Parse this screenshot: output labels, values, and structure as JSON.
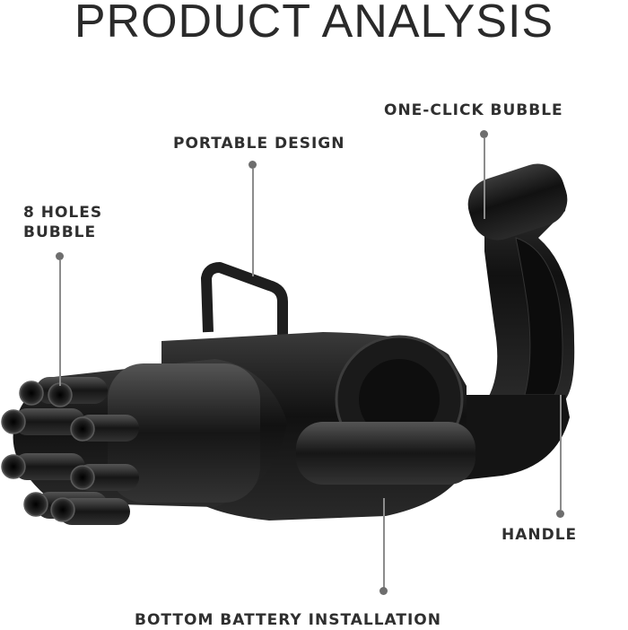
{
  "title": "PRODUCT ANALYSIS",
  "features": {
    "one_click": "ONE-CLICK BUBBLE",
    "portable": "PORTABLE DESIGN",
    "holes_line1": "8 HOLES",
    "holes_line2": "BUBBLE",
    "handle": "HANDLE",
    "battery": "BOTTOM BATTERY INSTALLATION"
  },
  "product_color": "#1b1b1b"
}
